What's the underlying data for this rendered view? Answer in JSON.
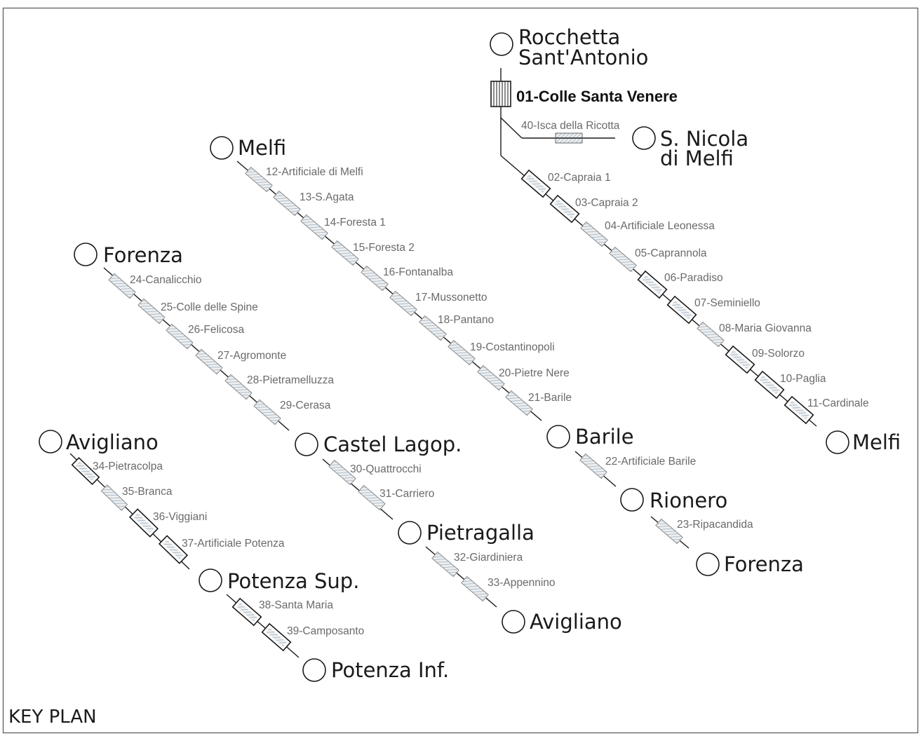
{
  "title": "KEY PLAN",
  "colors": {
    "ink": "#1a1a1a",
    "label": "#6a6a6a",
    "bridge_fill": "#eeeeee",
    "bridge_stripe": "#9bb3c9",
    "tunnel_fill": "#ffffff"
  },
  "stations": [
    {
      "id": "rocchetta",
      "lines": [
        "Rocchetta",
        "Sant'Antonio"
      ]
    },
    {
      "id": "san-nicola",
      "lines": [
        "S. Nicola",
        "di Melfi"
      ]
    },
    {
      "id": "melfi-north",
      "lines": [
        "Melfi"
      ]
    },
    {
      "id": "melfi-east",
      "lines": [
        "Melfi"
      ]
    },
    {
      "id": "forenza-west",
      "lines": [
        "Forenza"
      ]
    },
    {
      "id": "barile",
      "lines": [
        "Barile"
      ]
    },
    {
      "id": "rionero",
      "lines": [
        "Rionero"
      ]
    },
    {
      "id": "forenza-east",
      "lines": [
        "Forenza"
      ]
    },
    {
      "id": "avigliano-west",
      "lines": [
        "Avigliano"
      ]
    },
    {
      "id": "castel-lagop",
      "lines": [
        "Castel Lagop."
      ]
    },
    {
      "id": "pietragalla",
      "lines": [
        "Pietragalla"
      ]
    },
    {
      "id": "avigliano-south",
      "lines": [
        "Avigliano"
      ]
    },
    {
      "id": "potenza-sup",
      "lines": [
        "Potenza Sup."
      ]
    },
    {
      "id": "potenza-inf",
      "lines": [
        "Potenza Inf."
      ]
    }
  ],
  "structures": [
    {
      "id": "01",
      "label": "01-Colle Santa Venere",
      "type": "tunnel-main"
    },
    {
      "id": "40",
      "label": "40-Isca della Ricotta",
      "type": "bridge"
    },
    {
      "id": "02",
      "label": "02-Capraia 1",
      "type": "tunnel"
    },
    {
      "id": "03",
      "label": "03-Capraia 2",
      "type": "tunnel"
    },
    {
      "id": "04",
      "label": "04-Artificiale Leonessa",
      "type": "bridge"
    },
    {
      "id": "05",
      "label": "05-Caprannola",
      "type": "bridge"
    },
    {
      "id": "06",
      "label": "06-Paradiso",
      "type": "tunnel"
    },
    {
      "id": "07",
      "label": "07-Seminiello",
      "type": "tunnel"
    },
    {
      "id": "08",
      "label": "08-Maria Giovanna",
      "type": "bridge"
    },
    {
      "id": "09",
      "label": "09-Solorzo",
      "type": "tunnel"
    },
    {
      "id": "10",
      "label": "10-Paglia",
      "type": "tunnel"
    },
    {
      "id": "11",
      "label": "11-Cardinale",
      "type": "tunnel"
    },
    {
      "id": "12",
      "label": "12-Artificiale di Melfi",
      "type": "bridge"
    },
    {
      "id": "13",
      "label": "13-S.Agata",
      "type": "bridge"
    },
    {
      "id": "14",
      "label": "14-Foresta 1",
      "type": "bridge"
    },
    {
      "id": "15",
      "label": "15-Foresta 2",
      "type": "bridge"
    },
    {
      "id": "16",
      "label": "16-Fontanalba",
      "type": "bridge"
    },
    {
      "id": "17",
      "label": "17-Mussonetto",
      "type": "bridge"
    },
    {
      "id": "18",
      "label": "18-Pantano",
      "type": "bridge"
    },
    {
      "id": "19",
      "label": "19-Costantinopoli",
      "type": "bridge"
    },
    {
      "id": "20",
      "label": "20-Pietre Nere",
      "type": "bridge"
    },
    {
      "id": "21",
      "label": "21-Barile",
      "type": "bridge"
    },
    {
      "id": "22",
      "label": "22-Artificiale Barile",
      "type": "bridge"
    },
    {
      "id": "23",
      "label": "23-Ripacandida",
      "type": "bridge"
    },
    {
      "id": "24",
      "label": "24-Canalicchio",
      "type": "bridge"
    },
    {
      "id": "25",
      "label": "25-Colle delle Spine",
      "type": "bridge"
    },
    {
      "id": "26",
      "label": "26-Felicosa",
      "type": "bridge"
    },
    {
      "id": "27",
      "label": "27-Agromonte",
      "type": "bridge"
    },
    {
      "id": "28",
      "label": "28-Pietramelluzza",
      "type": "bridge"
    },
    {
      "id": "29",
      "label": "29-Cerasa",
      "type": "bridge"
    },
    {
      "id": "30",
      "label": "30-Quattrocchi",
      "type": "bridge"
    },
    {
      "id": "31",
      "label": "31-Carriero",
      "type": "bridge"
    },
    {
      "id": "32",
      "label": "32-Giardiniera",
      "type": "bridge"
    },
    {
      "id": "33",
      "label": "33-Appennino",
      "type": "bridge"
    },
    {
      "id": "34",
      "label": "34-Pietracolpa",
      "type": "bridge"
    },
    {
      "id": "35",
      "label": "35-Branca",
      "type": "bridge"
    },
    {
      "id": "36",
      "label": "36-Viggiani",
      "type": "tunnel"
    },
    {
      "id": "37",
      "label": "37-Artificiale Potenza",
      "type": "tunnel"
    },
    {
      "id": "38",
      "label": "38-Santa Maria",
      "type": "tunnel"
    },
    {
      "id": "39",
      "label": "39-Camposanto",
      "type": "tunnel"
    }
  ]
}
